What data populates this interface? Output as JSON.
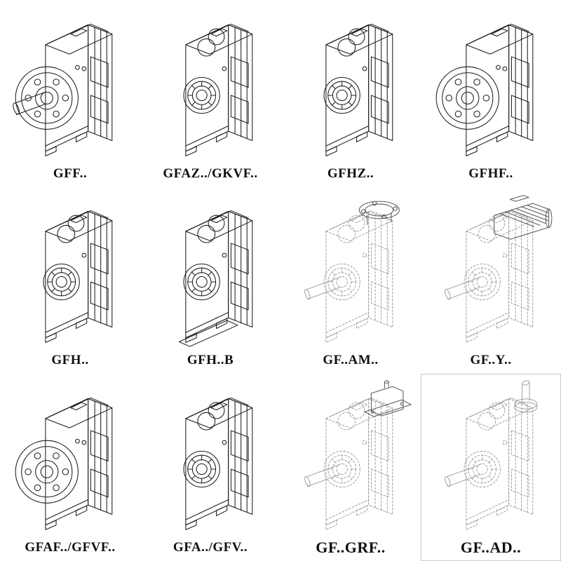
{
  "page": {
    "background": "#ffffff",
    "solid_line_color": "#1c1c1c",
    "dashed_line_color": "#9c9c9c",
    "label_color": "#101010"
  },
  "catalog": {
    "items": [
      {
        "label": "GFF..",
        "icon": "gearbox-flange-shaft-icon",
        "style": "solid"
      },
      {
        "label": "GFAZ../GKVF..",
        "icon": "gearbox-hollow-bore-icon",
        "style": "solid"
      },
      {
        "label": "GFHZ..",
        "icon": "gearbox-hollow-bore-icon",
        "style": "solid"
      },
      {
        "label": "GFHF..",
        "icon": "gearbox-flange-icon",
        "style": "solid"
      },
      {
        "label": "GFH..",
        "icon": "gearbox-hollow-bore-icon",
        "style": "solid"
      },
      {
        "label": "GFH..B",
        "icon": "gearbox-hollow-bore-base-icon",
        "style": "solid"
      },
      {
        "label": "GF..AM..",
        "icon": "gearbox-motor-flange-adapter-icon",
        "style": "dashed"
      },
      {
        "label": "GF..Y..",
        "icon": "gearbox-with-motor-icon",
        "style": "dashed"
      },
      {
        "label": "GFAF../GFVF..",
        "icon": "gearbox-flange-icon",
        "style": "solid"
      },
      {
        "label": "GFA../GFV..",
        "icon": "gearbox-hollow-bore-icon",
        "style": "solid"
      },
      {
        "label": "GF..GRF..",
        "icon": "gearbox-input-adapter-icon",
        "style": "dashed"
      },
      {
        "label": "GF..AD..",
        "icon": "gearbox-top-shaft-icon",
        "style": "dashed"
      }
    ]
  }
}
